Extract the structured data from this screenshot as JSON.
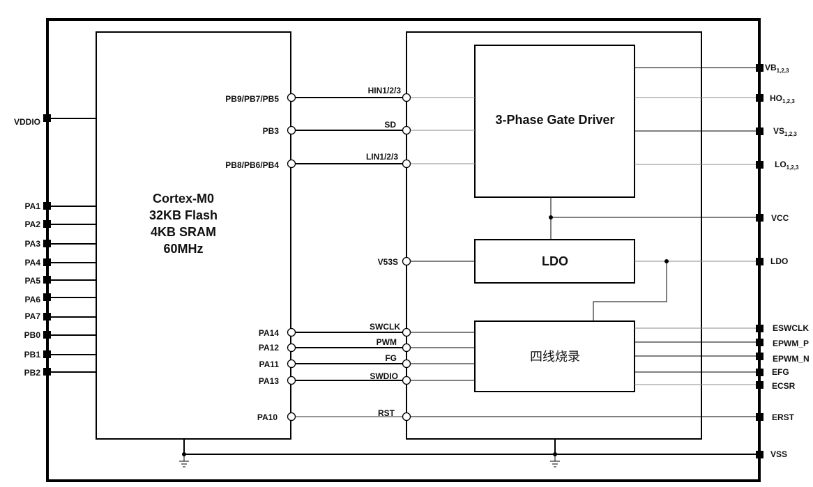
{
  "mcu": {
    "lines": [
      "Cortex-M0",
      "32KB Flash",
      "4KB SRAM",
      "60MHz"
    ],
    "pins": [
      {
        "name": "PB9/PB7/PB5",
        "signal": "HIN1/2/3"
      },
      {
        "name": "PB3",
        "signal": "SD"
      },
      {
        "name": "PB8/PB6/PB4",
        "signal": "LIN1/2/3"
      },
      {
        "name": "PA14",
        "signal": "SWCLK"
      },
      {
        "name": "PA12",
        "signal": "PWM"
      },
      {
        "name": "PA11",
        "signal": "FG"
      },
      {
        "name": "PA13",
        "signal": "SWDIO"
      },
      {
        "name": "PA10",
        "signal": "RST"
      }
    ]
  },
  "driver_side_pins": {
    "v53s": "V53S"
  },
  "blocks": {
    "gate_driver": "3-Phase Gate Driver",
    "ldo": "LDO",
    "programmer": "四线烧录"
  },
  "left_pins": [
    "VDDIO",
    "PA1",
    "PA2",
    "PA3",
    "PA4",
    "PA5",
    "PA6",
    "PA7",
    "PB0",
    "PB1",
    "PB2"
  ],
  "right_pins": {
    "vb": {
      "base": "VB",
      "sub": "1,2,3"
    },
    "ho": {
      "base": "HO",
      "sub": "1,2,3"
    },
    "vs": {
      "base": "VS",
      "sub": "1,2,3"
    },
    "lo": {
      "base": "LO",
      "sub": "1,2,3"
    },
    "vcc": "VCC",
    "ldo": "LDO",
    "eswclk": "ESWCLK",
    "epwm_p": "EPWM_P",
    "epwm_n": "EPWM_N",
    "efg": "EFG",
    "ecsr": "ECSR",
    "erst": "ERST",
    "vss": "VSS"
  }
}
